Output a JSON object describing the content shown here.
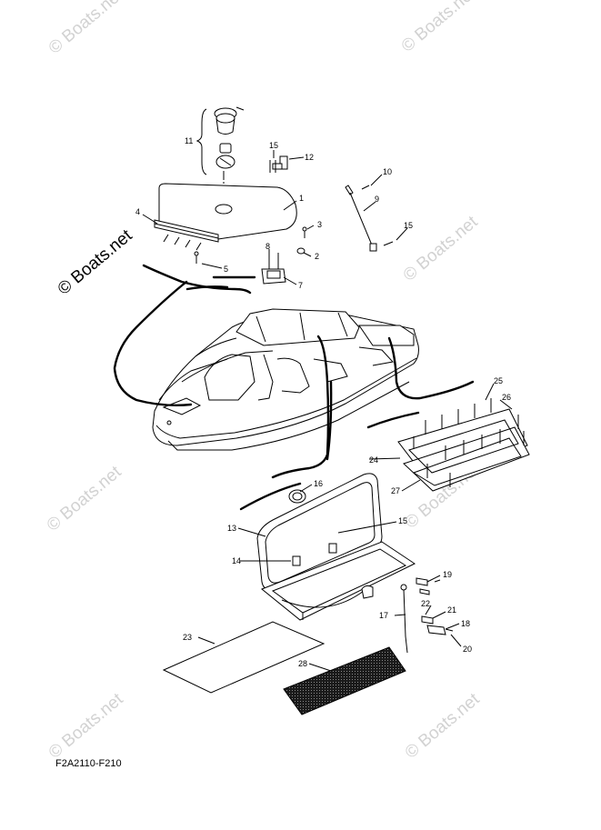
{
  "watermark": {
    "text": "© Boats.net",
    "main_text": "© Boats.net"
  },
  "figure_code": "F2A2110-F210",
  "callouts": [
    "1",
    "2",
    "3",
    "4",
    "5",
    "7",
    "8",
    "9",
    "10",
    "11",
    "12",
    "13",
    "14",
    "15",
    "15",
    "15",
    "16",
    "17",
    "18",
    "19",
    "20",
    "21",
    "22",
    "23",
    "24",
    "25",
    "26",
    "27",
    "28"
  ]
}
